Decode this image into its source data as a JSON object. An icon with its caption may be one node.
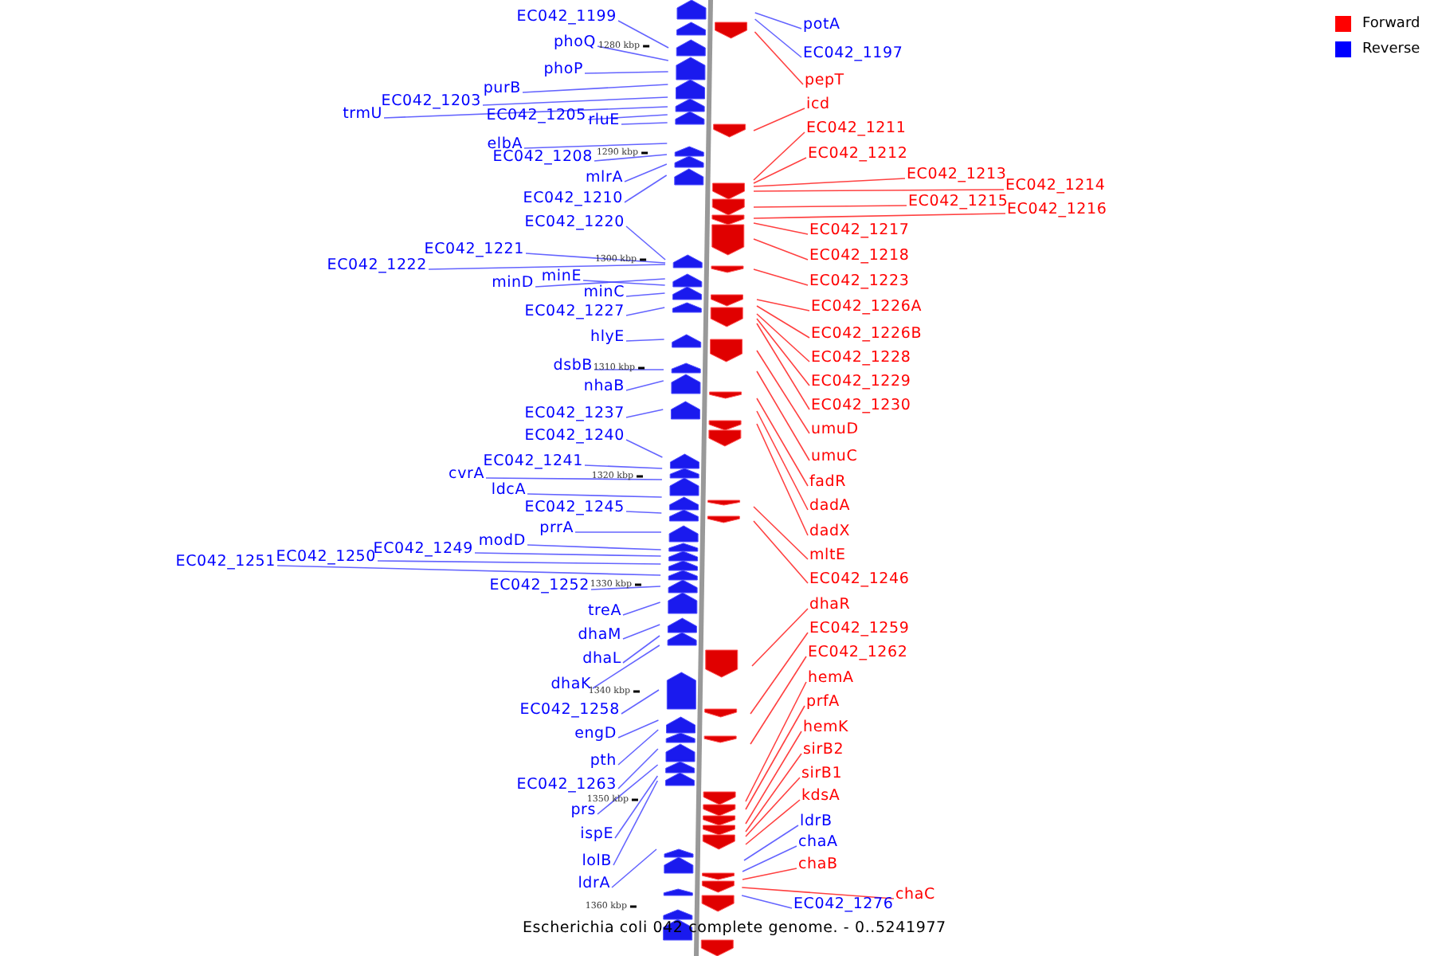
{
  "diagram": {
    "caption": "Escherichia coli 042 complete genome. - 0..5241977",
    "nodes": [
      {
        "text": [
          "EC042_1199"
        ]
      },
      {
        "text": [
          "phoQ"
        ]
      },
      {
        "text": [
          "phoP"
        ]
      },
      {
        "text": [
          "purB"
        ]
      },
      {
        "text": [
          "EC042_1203"
        ]
      },
      {
        "text": [
          "trmU"
        ]
      },
      {
        "text": [
          "EC042_1205"
        ]
      },
      {
        "text": [
          "rluE"
        ]
      },
      {
        "text": [
          "elbA"
        ]
      },
      {
        "text": [
          "EC042_1208"
        ]
      },
      {
        "text": [
          "mlrA"
        ]
      },
      {
        "text": [
          "EC042_1210"
        ]
      },
      {
        "text": [
          "EC042_1220"
        ]
      },
      {
        "text": [
          "EC042_1221"
        ]
      },
      {
        "text": [
          "EC042_1222"
        ]
      },
      {
        "text": [
          "minD"
        ]
      },
      {
        "text": [
          "minE"
        ]
      },
      {
        "text": [
          "minC"
        ]
      },
      {
        "text": [
          "EC042_1227"
        ]
      },
      {
        "text": [
          "hlyE"
        ]
      },
      {
        "text": [
          "dsbB"
        ]
      },
      {
        "text": [
          "nhaB"
        ]
      },
      {
        "text": [
          "EC042_1237"
        ]
      },
      {
        "text": [
          "EC042_1240"
        ]
      },
      {
        "text": [
          "EC042_1241"
        ]
      },
      {
        "text": [
          "cvrA"
        ]
      },
      {
        "text": [
          "ldcA"
        ]
      },
      {
        "text": [
          "EC042_1245"
        ]
      },
      {
        "text": [
          "prrA"
        ]
      },
      {
        "text": [
          "modD"
        ]
      },
      {
        "text": [
          "EC042_1249"
        ]
      },
      {
        "text": [
          "EC042_1250"
        ]
      },
      {
        "text": [
          "EC042_1251"
        ]
      },
      {
        "text": [
          "EC042_1252"
        ]
      },
      {
        "text": [
          "treA"
        ]
      },
      {
        "text": [
          "dhaM"
        ]
      },
      {
        "text": [
          "dhaL"
        ]
      },
      {
        "text": [
          "dhaK"
        ]
      },
      {
        "text": [
          "EC042_1258"
        ]
      },
      {
        "text": [
          "engD"
        ]
      },
      {
        "text": [
          "pth"
        ]
      },
      {
        "text": [
          "EC042_1263"
        ]
      },
      {
        "text": [
          "prs"
        ]
      },
      {
        "text": [
          "ispE"
        ]
      },
      {
        "text": [
          "lolB"
        ]
      },
      {
        "text": [
          "ldrA"
        ]
      },
      {
        "text": [
          "potA"
        ]
      },
      {
        "text": [
          "EC042_1197"
        ]
      },
      {
        "text": [
          "pepT"
        ]
      },
      {
        "text": [
          "icd"
        ]
      },
      {
        "text": [
          "EC042_1211"
        ]
      },
      {
        "text": [
          "EC042_1212"
        ]
      },
      {
        "text": [
          "EC042_1213"
        ]
      },
      {
        "text": [
          "EC042_1214"
        ]
      },
      {
        "text": [
          "EC042_1215"
        ]
      },
      {
        "text": [
          "EC042_1216"
        ]
      },
      {
        "text": [
          "EC042_1217"
        ]
      },
      {
        "text": [
          "EC042_1218"
        ]
      },
      {
        "text": [
          "EC042_1223"
        ]
      },
      {
        "text": [
          "EC042_1226A"
        ]
      },
      {
        "text": [
          "EC042_1226B"
        ]
      },
      {
        "text": [
          "EC042_1228"
        ]
      },
      {
        "text": [
          "EC042_1229"
        ]
      },
      {
        "text": [
          "EC042_1230"
        ]
      },
      {
        "text": [
          "umuD"
        ]
      },
      {
        "text": [
          "umuC"
        ]
      },
      {
        "text": [
          "fadR"
        ]
      },
      {
        "text": [
          "dadA"
        ]
      },
      {
        "text": [
          "dadX"
        ]
      },
      {
        "text": [
          "mltE"
        ]
      },
      {
        "text": [
          "EC042_1246"
        ]
      },
      {
        "text": [
          "dhaR"
        ]
      },
      {
        "text": [
          "EC042_1259"
        ]
      },
      {
        "text": [
          "EC042_1262"
        ]
      },
      {
        "text": [
          "hemA"
        ]
      },
      {
        "text": [
          "prfA"
        ]
      },
      {
        "text": [
          "hemK"
        ]
      },
      {
        "text": [
          "sirB2"
        ]
      },
      {
        "text": [
          "sirB1"
        ]
      },
      {
        "text": [
          "kdsA"
        ]
      },
      {
        "text": [
          "ldrB"
        ]
      },
      {
        "text": [
          "chaA"
        ]
      },
      {
        "text": [
          "chaB"
        ]
      },
      {
        "text": [
          "chaC"
        ]
      },
      {
        "text": [
          "EC042_1276"
        ]
      }
    ],
    "edges": [
      {
        "from": 0,
        "to": null,
        "arrow": "none"
      },
      {
        "from": 1,
        "to": null,
        "arrow": "none"
      },
      {
        "from": 2,
        "to": null,
        "arrow": "none"
      },
      {
        "from": 3,
        "to": null,
        "arrow": "none"
      },
      {
        "from": 4,
        "to": null,
        "arrow": "none"
      },
      {
        "from": 5,
        "to": null,
        "arrow": "none"
      },
      {
        "from": 6,
        "to": null,
        "arrow": "none"
      },
      {
        "from": 7,
        "to": null,
        "arrow": "none"
      },
      {
        "from": 8,
        "to": null,
        "arrow": "none"
      },
      {
        "from": 9,
        "to": null,
        "arrow": "none"
      },
      {
        "from": 10,
        "to": null,
        "arrow": "none"
      },
      {
        "from": 11,
        "to": null,
        "arrow": "none"
      },
      {
        "from": 12,
        "to": null,
        "arrow": "none"
      },
      {
        "from": 13,
        "to": null,
        "arrow": "none"
      },
      {
        "from": 14,
        "to": null,
        "arrow": "none"
      },
      {
        "from": 15,
        "to": null,
        "arrow": "none"
      },
      {
        "from": 16,
        "to": null,
        "arrow": "none"
      },
      {
        "from": 17,
        "to": null,
        "arrow": "none"
      },
      {
        "from": 18,
        "to": null,
        "arrow": "none"
      },
      {
        "from": 19,
        "to": null,
        "arrow": "none"
      },
      {
        "from": 20,
        "to": null,
        "arrow": "none"
      },
      {
        "from": 21,
        "to": null,
        "arrow": "none"
      },
      {
        "from": 22,
        "to": null,
        "arrow": "none"
      },
      {
        "from": 23,
        "to": null,
        "arrow": "none"
      },
      {
        "from": 24,
        "to": null,
        "arrow": "none"
      },
      {
        "from": 25,
        "to": null,
        "arrow": "none"
      },
      {
        "from": 26,
        "to": null,
        "arrow": "none"
      },
      {
        "from": 27,
        "to": null,
        "arrow": "none"
      },
      {
        "from": 28,
        "to": null,
        "arrow": "none"
      },
      {
        "from": 29,
        "to": null,
        "arrow": "none"
      },
      {
        "from": 30,
        "to": null,
        "arrow": "none"
      },
      {
        "from": 31,
        "to": null,
        "arrow": "none"
      },
      {
        "from": 32,
        "to": null,
        "arrow": "none"
      },
      {
        "from": 33,
        "to": null,
        "arrow": "none"
      },
      {
        "from": 34,
        "to": null,
        "arrow": "none"
      },
      {
        "from": 35,
        "to": null,
        "arrow": "none"
      },
      {
        "from": 36,
        "to": null,
        "arrow": "none"
      },
      {
        "from": 37,
        "to": null,
        "arrow": "none"
      },
      {
        "from": 38,
        "to": null,
        "arrow": "none"
      },
      {
        "from": 39,
        "to": null,
        "arrow": "none"
      },
      {
        "from": 40,
        "to": null,
        "arrow": "none"
      },
      {
        "from": 41,
        "to": null,
        "arrow": "none"
      },
      {
        "from": 42,
        "to": null,
        "arrow": "none"
      },
      {
        "from": 43,
        "to": null,
        "arrow": "none"
      },
      {
        "from": 44,
        "to": null,
        "arrow": "none"
      },
      {
        "from": 45,
        "to": null,
        "arrow": "none"
      },
      {
        "from": 46,
        "to": null,
        "arrow": "none"
      },
      {
        "from": 47,
        "to": null,
        "arrow": "none"
      },
      {
        "from": 48,
        "to": null,
        "arrow": "none",
        "color": "#ff0000"
      },
      {
        "from": 49,
        "to": null,
        "arrow": "none",
        "color": "#ff0000"
      },
      {
        "from": 50,
        "to": null,
        "arrow": "none",
        "color": "#ff0000"
      },
      {
        "from": 51,
        "to": null,
        "arrow": "none",
        "color": "#ff0000"
      },
      {
        "from": 52,
        "to": null,
        "arrow": "none",
        "color": "#ff0000"
      },
      {
        "from": 53,
        "to": null,
        "arrow": "none",
        "color": "#ff0000"
      },
      {
        "from": 54,
        "to": null,
        "arrow": "none",
        "color": "#ff0000"
      },
      {
        "from": 55,
        "to": null,
        "arrow": "none",
        "color": "#ff0000"
      },
      {
        "from": 56,
        "to": null,
        "arrow": "none",
        "color": "#ff0000"
      },
      {
        "from": 57,
        "to": null,
        "arrow": "none",
        "color": "#ff0000"
      },
      {
        "from": 58,
        "to": null,
        "arrow": "none",
        "color": "#ff0000"
      },
      {
        "from": 59,
        "to": null,
        "arrow": "none",
        "color": "#ff0000"
      },
      {
        "from": 60,
        "to": null,
        "arrow": "none",
        "color": "#ff0000"
      },
      {
        "from": 61,
        "to": null,
        "arrow": "none",
        "color": "#ff0000"
      },
      {
        "from": 62,
        "to": null,
        "arrow": "none",
        "color": "#ff0000"
      },
      {
        "from": 63,
        "to": null,
        "arrow": "none",
        "color": "#ff0000"
      },
      {
        "from": 64,
        "to": null,
        "arrow": "none",
        "color": "#ff0000"
      },
      {
        "from": 65,
        "to": null,
        "arrow": "none",
        "color": "#ff0000"
      },
      {
        "from": 66,
        "to": null,
        "arrow": "none",
        "color": "#ff0000"
      },
      {
        "from": 67,
        "to": null,
        "arrow": "none",
        "color": "#ff0000"
      },
      {
        "from": 68,
        "to": null,
        "arrow": "none",
        "color": "#ff0000"
      },
      {
        "from": 69,
        "to": null,
        "arrow": "none",
        "color": "#ff0000"
      },
      {
        "from": 70,
        "to": null,
        "arrow": "none",
        "color": "#ff0000"
      },
      {
        "from": 71,
        "to": null,
        "arrow": "none",
        "color": "#ff0000"
      },
      {
        "from": 72,
        "to": null,
        "arrow": "none",
        "color": "#ff0000"
      },
      {
        "from": 73,
        "to": null,
        "arrow": "none",
        "color": "#ff0000"
      },
      {
        "from": 74,
        "to": null,
        "arrow": "none",
        "color": "#ff0000"
      },
      {
        "from": 75,
        "to": null,
        "arrow": "none",
        "color": "#ff0000"
      },
      {
        "from": 76,
        "to": null,
        "arrow": "none",
        "color": "#ff0000"
      },
      {
        "from": 77,
        "to": null,
        "arrow": "none",
        "color": "#ff0000"
      },
      {
        "from": 78,
        "to": null,
        "arrow": "none",
        "color": "#ff0000"
      },
      {
        "from": 79,
        "to": null,
        "arrow": "none",
        "color": "#ff0000"
      },
      {
        "from": 80,
        "to": null,
        "arrow": "none"
      },
      {
        "from": 81,
        "to": null,
        "arrow": "none"
      },
      {
        "from": 82,
        "to": null,
        "arrow": "none",
        "color": "#ff0000"
      },
      {
        "from": 83,
        "to": null,
        "arrow": "none",
        "color": "#ff0000"
      },
      {
        "from": 84,
        "to": null,
        "arrow": "none"
      }
    ],
    "labels": [
      "1280 kbp",
      "1290 kbp",
      "1300 kbp",
      "1310 kbp",
      "1320 kbp",
      "1330 kbp",
      "1340 kbp",
      "1350 kbp",
      "1360 kbp"
    ],
    "legend": [
      {
        "text": "Forward",
        "color": "#ff0000"
      },
      {
        "text": "Reverse",
        "color": "#0000ff"
      }
    ]
  }
}
